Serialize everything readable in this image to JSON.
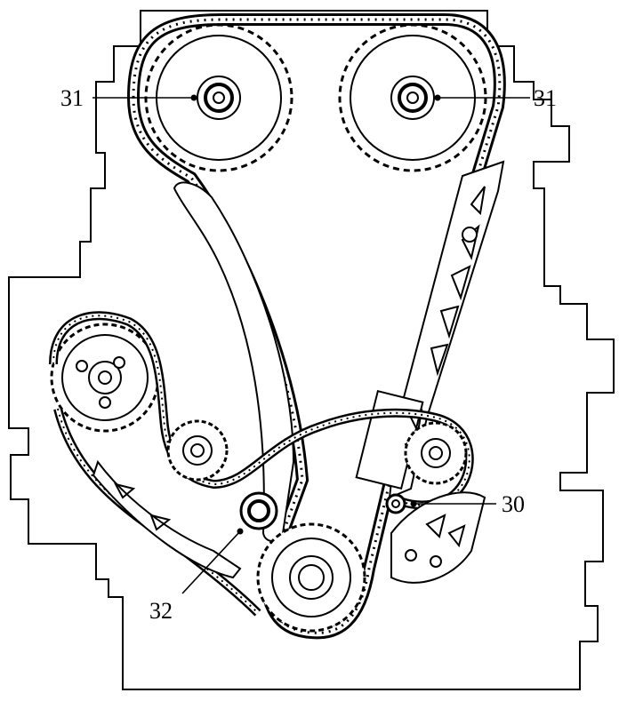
{
  "callouts": {
    "left_cam_bolt": "31",
    "right_cam_bolt": "31",
    "tensioner_bolt": "30",
    "guide_bolt": "32"
  },
  "colors": {
    "line": "#000000",
    "background": "#ffffff"
  }
}
